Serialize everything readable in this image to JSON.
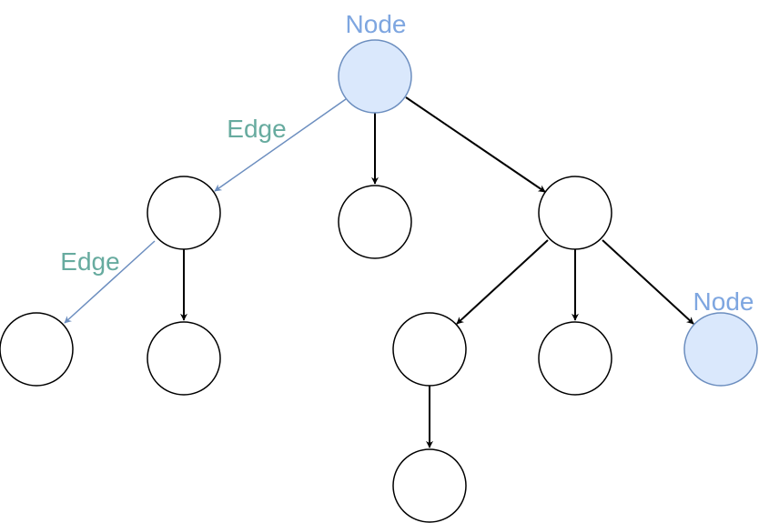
{
  "labels": {
    "root_node": "Node",
    "leaf_node": "Node",
    "edge_top": "Edge",
    "edge_left": "Edge"
  },
  "colors": {
    "highlight_fill": "#dae8fc",
    "highlight_stroke": "#6c8ebf",
    "node_label": "#7ea6e0",
    "edge_label": "#67ab9f",
    "highlight_edge": "#6c8ebf",
    "default_stroke": "#000000",
    "default_fill": "#ffffff"
  }
}
